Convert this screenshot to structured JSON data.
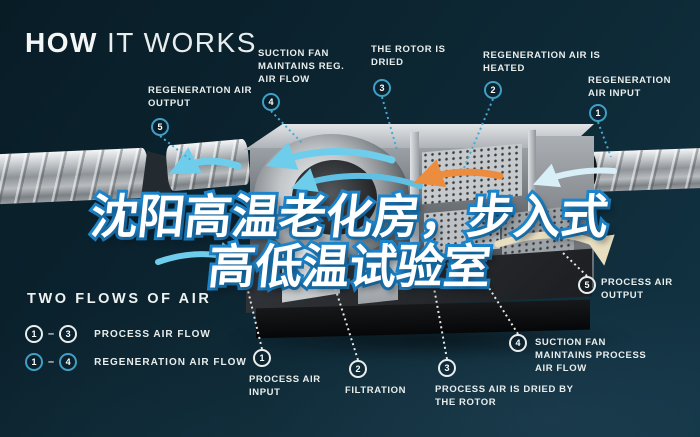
{
  "title": {
    "bold": "HOW",
    "light": "IT WORKS"
  },
  "overlay": {
    "line1": "沈阳高温老化房，步入式",
    "line2": "高低温试验室"
  },
  "legend": {
    "title": "TWO FLOWS OF AIR",
    "rows": [
      {
        "from": "1",
        "sep": "–",
        "to": "3",
        "label": "PROCESS AIR FLOW"
      },
      {
        "from": "1",
        "sep": "–",
        "to": "4",
        "label": "REGENERATION AIR FLOW"
      }
    ]
  },
  "callouts": {
    "regeneration": [
      {
        "num": "1",
        "label": "REGENERATION AIR INPUT"
      },
      {
        "num": "2",
        "label": "REGENERATION AIR IS HEATED"
      },
      {
        "num": "3",
        "label": "THE ROTOR IS DRIED"
      },
      {
        "num": "4",
        "label": "SUCTION FAN MAINTAINS REG. AIR FLOW"
      },
      {
        "num": "5",
        "label": "REGENERATION AIR OUTPUT"
      }
    ],
    "process": [
      {
        "num": "1",
        "label": "PROCESS AIR INPUT"
      },
      {
        "num": "2",
        "label": "FILTRATION"
      },
      {
        "num": "3",
        "label": "PROCESS AIR IS DRIED BY THE ROTOR"
      },
      {
        "num": "4",
        "label": "SUCTION FAN MAINTAINS PROCESS AIR FLOW"
      },
      {
        "num": "5",
        "label": "PROCESS AIR OUTPUT"
      }
    ]
  },
  "colors": {
    "background": "#0c2531",
    "accent_teal": "#3f9fc4",
    "arrow_blue": "#6fcdec",
    "arrow_orange": "#ec8c3e",
    "arrow_cream": "#e9dfc0",
    "chinese_outline_blue": "#1d85cb",
    "label_text": "#e9eeec"
  }
}
